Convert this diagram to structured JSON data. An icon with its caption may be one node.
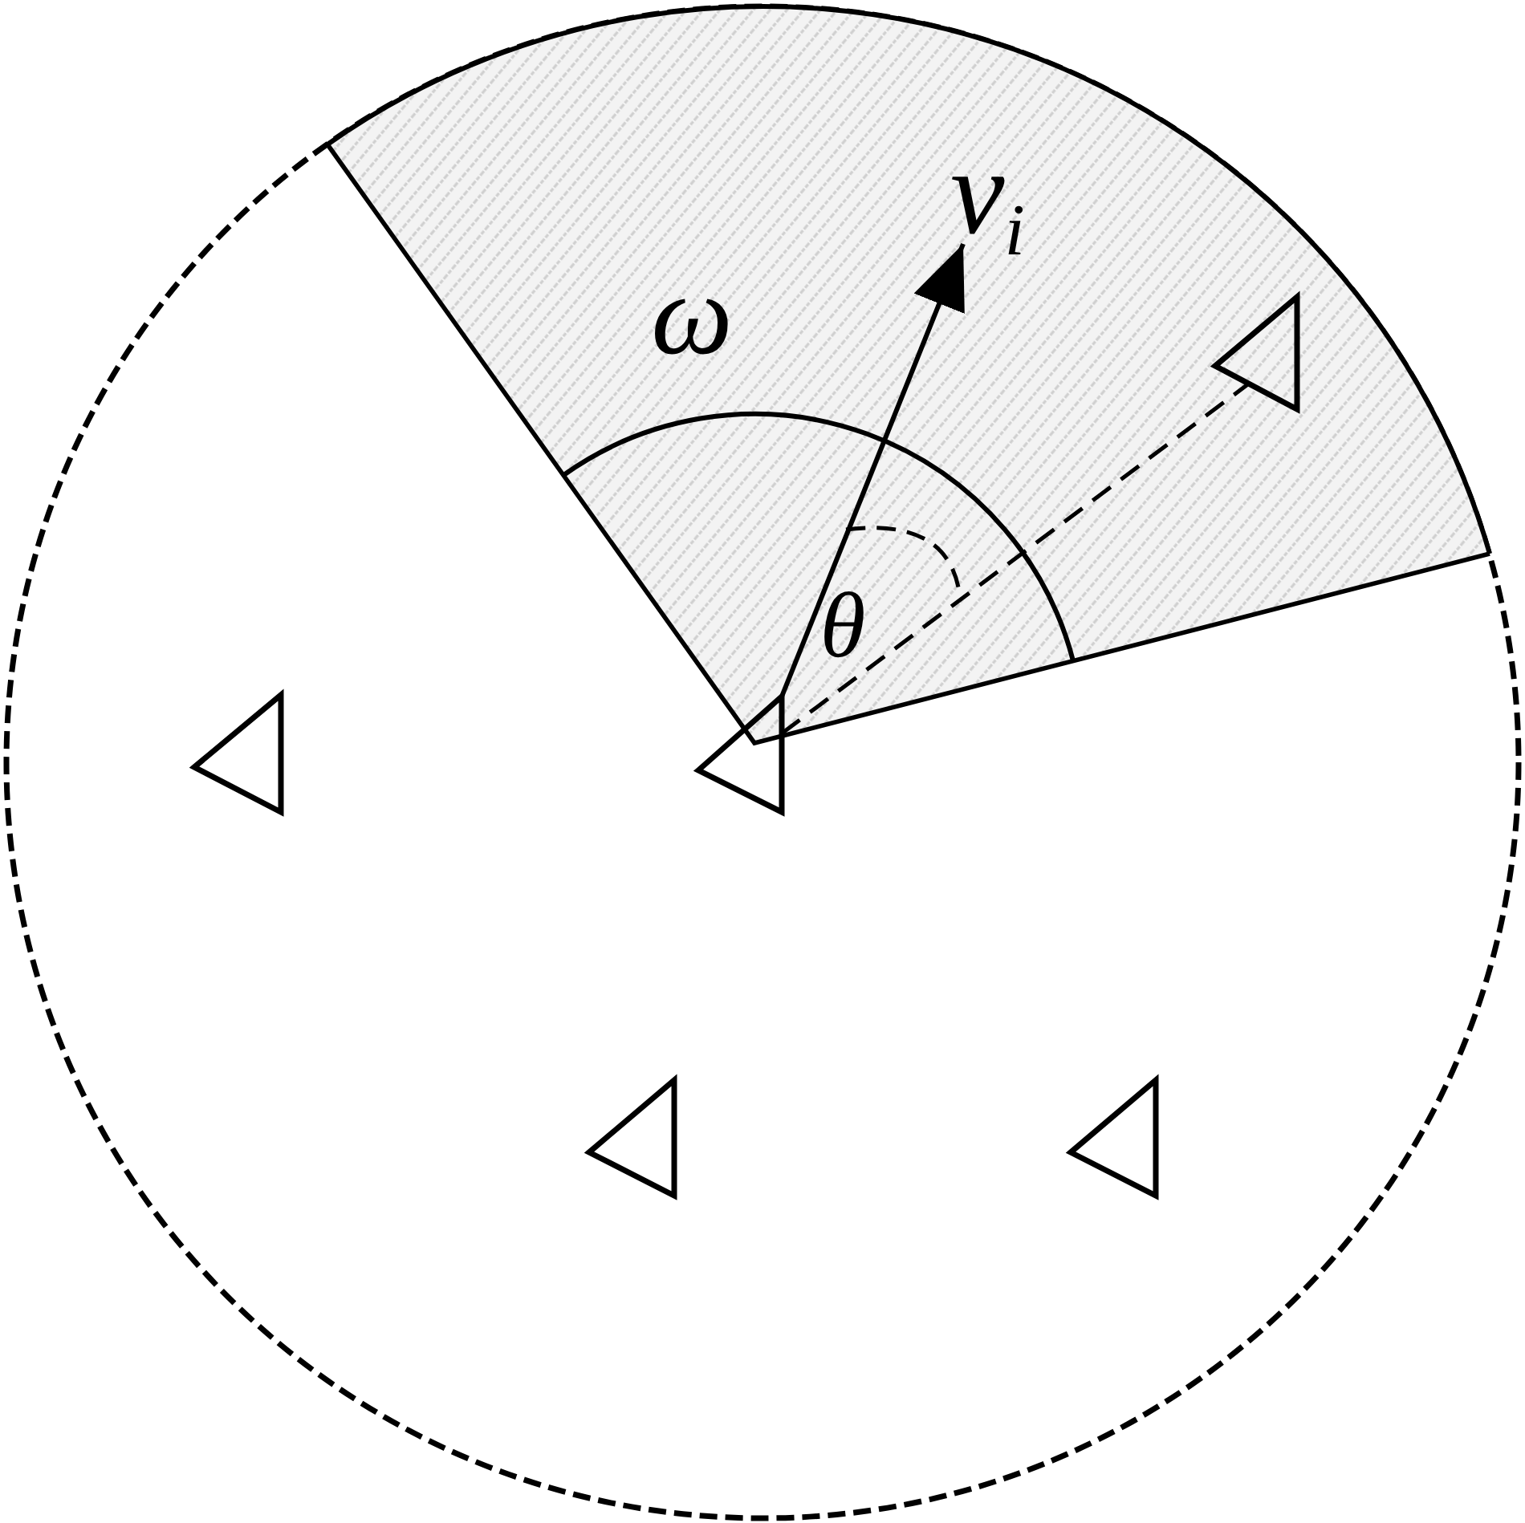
{
  "diagram": {
    "nodes": [
      {
        "text": [],
        "shape": "circle"
      },
      {
        "text": [
          "ω"
        ],
        "in": 0
      },
      {
        "text": [],
        "shape": "triangle",
        "in": 1
      },
      {
        "text": [],
        "shape": "triangle",
        "in": 0
      },
      {
        "text": [],
        "shape": "triangle",
        "in": 0
      },
      {
        "text": [],
        "shape": "triangle",
        "in": 0
      },
      {
        "text": [],
        "shape": "triangle",
        "in": 0
      }
    ],
    "edges": [
      {
        "from": 4,
        "to": null,
        "arrow": "to",
        "label": "v$_{i}$"
      },
      {
        "from": 4,
        "to": 2,
        "arrow": "none",
        "style": "dashed"
      }
    ],
    "labels": [
      "θ"
    ]
  }
}
